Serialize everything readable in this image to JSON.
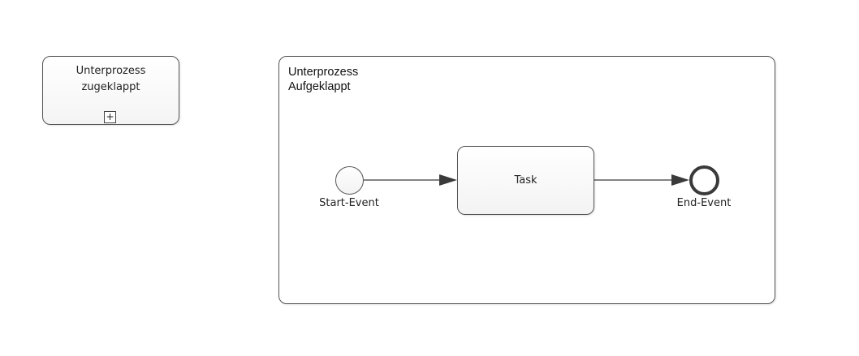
{
  "diagram": {
    "collapsed_subprocess": {
      "label_lines": [
        "Unterprozess",
        "zugeklappt"
      ],
      "marker": "+"
    },
    "expanded_subprocess": {
      "label_lines": [
        "Unterprozess",
        "Aufgeklappt"
      ]
    },
    "start_event": {
      "label": "Start-Event"
    },
    "task": {
      "label": "Task"
    },
    "end_event": {
      "label": "End-Event"
    },
    "flows": [
      {
        "from": "Start-Event",
        "to": "Task"
      },
      {
        "from": "Task",
        "to": "End-Event"
      }
    ],
    "colors": {
      "stroke": "#555555",
      "end_event_stroke": "#3a3a3a",
      "text": "#222222",
      "background": "#ffffff"
    }
  }
}
